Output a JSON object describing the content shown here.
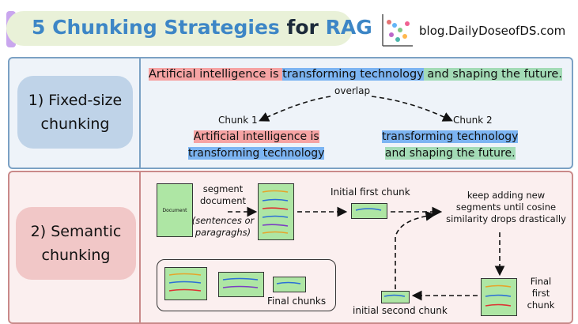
{
  "header": {
    "title_part1": "5 Chunking Strategies ",
    "title_part2": "for ",
    "title_part3": "RAG",
    "logo_text": "blog.DailyDoseofDS.com"
  },
  "fixed": {
    "label_line1": "1) Fixed-size",
    "label_line2": "chunking",
    "sentence_red": "Artificial intelligence is ",
    "sentence_blue": "transforming technology",
    "sentence_green": " and shaping the future.",
    "overlap": "overlap",
    "chunk1_label": "Chunk 1",
    "chunk2_label": "Chunk 2",
    "chunk1_line1": "Artificial intelligence is",
    "chunk1_line2": "transforming technology",
    "chunk2_line1": "transforming technology",
    "chunk2_line2": "and shaping the future."
  },
  "semantic": {
    "label_line1": "2) Semantic",
    "label_line2": "chunking",
    "doc_label": "Document",
    "segment_line1": "segment",
    "segment_line2": "document",
    "segment_line3": "(sentences or",
    "segment_line4": "paragraghs)",
    "initial_first": "Initial first chunk",
    "keep_line1": "keep adding new",
    "keep_line2": "segments until cosine",
    "keep_line3": "similarity drops drastically",
    "final_first_line1": "Final",
    "final_first_line2": "first",
    "final_first_line3": "chunk",
    "initial_second": "initial second chunk",
    "final_chunks": "Final chunks"
  },
  "colors": {
    "red_highlight": "#f6a3a3",
    "blue_highlight": "#7cb4f2",
    "green_highlight": "#a3dbb6",
    "doc_green": "#aee6a4"
  }
}
